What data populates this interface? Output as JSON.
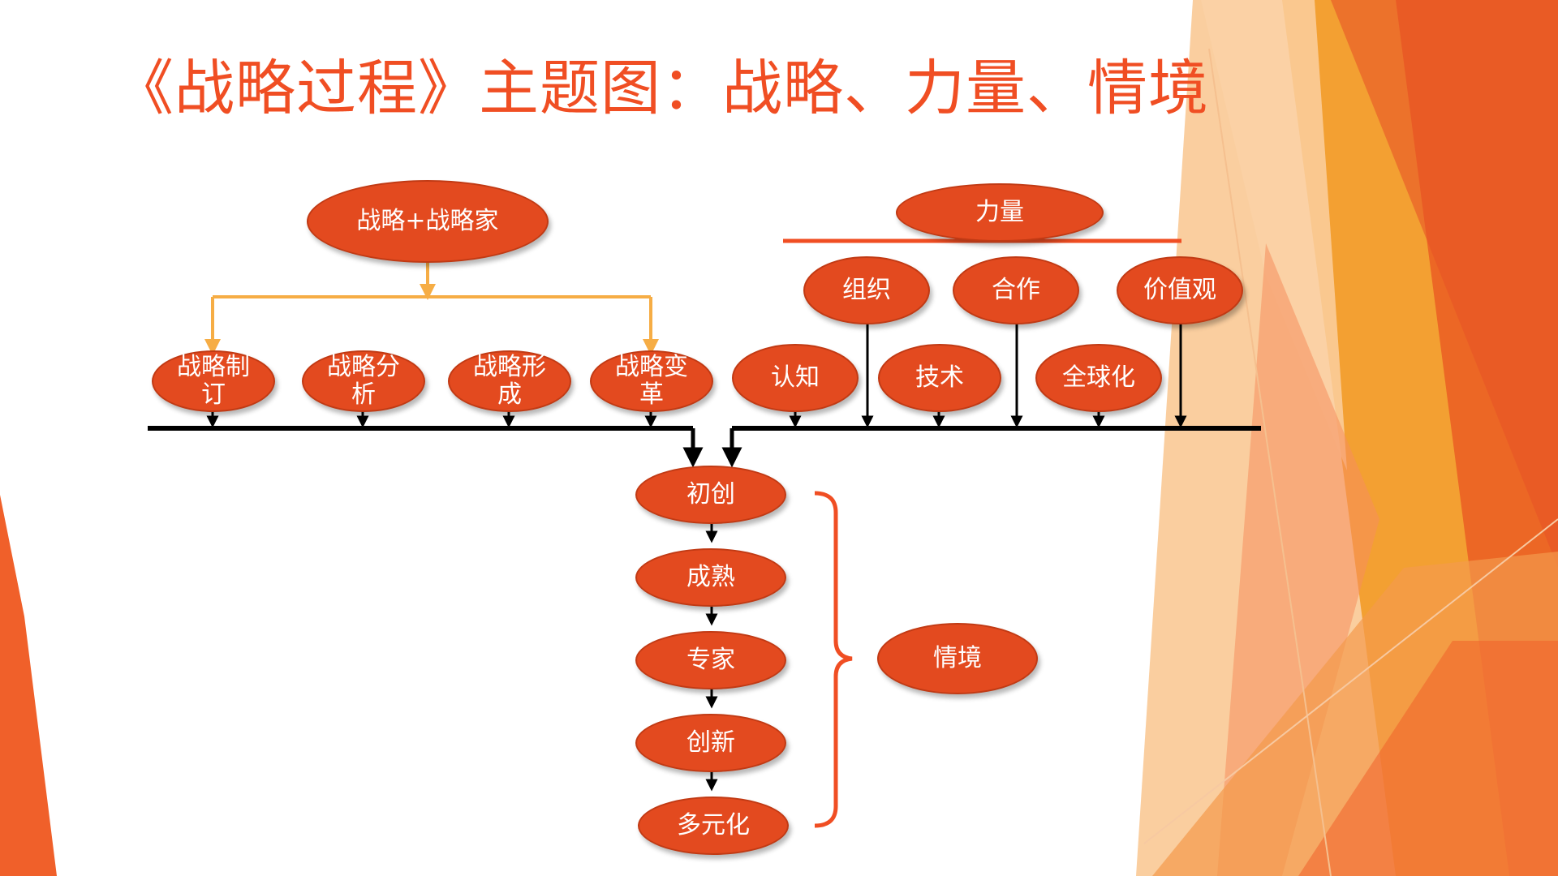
{
  "title": "《战略过程》主题图：战略、力量、情境",
  "colors": {
    "accent": "#f04e23",
    "node_fill": "#e34a1f",
    "connector_yellow": "#f6ad45",
    "line_black": "#000000"
  },
  "nodes": {
    "strategist": "战略+战略家",
    "force": "力量",
    "strategy_items": [
      "战略制订",
      "战略分析",
      "战略形成",
      "战略变革"
    ],
    "force_top": [
      "组织",
      "合作",
      "价值观"
    ],
    "force_bottom": [
      "认知",
      "技术",
      "全球化"
    ],
    "stages": [
      "初创",
      "成熟",
      "专家",
      "创新",
      "多元化"
    ],
    "context": "情境"
  }
}
